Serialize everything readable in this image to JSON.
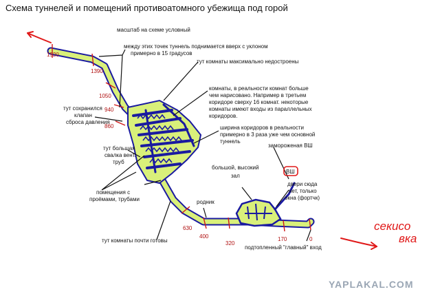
{
  "title": "Схема туннелей и помещений противоатомного убежища под горой",
  "scale_note": "масштаб на схеме условный",
  "annotations": {
    "slope": [
      "между этих точек туннель поднимается вверх с уклоном",
      "примерно в 15 градусов"
    ],
    "unfinished": "тут комнаты максимально недостроены",
    "rooms_more": [
      "комнаты, в реальности комнат больше",
      "чем нарисовано. Например в третьем",
      "коридоре сверху 16 комнат. некоторые",
      "комнаты имеют входы из параллельных",
      "коридоров."
    ],
    "corridors_width": [
      "ширина коридоров в реальности",
      "примерно в 3 раза уже чем основной",
      "туннель"
    ],
    "frozen_vsh": "замороженая ВШ",
    "valve": [
      "тут сохранился",
      "клапан",
      "сброса давления"
    ],
    "dump": [
      "тут большая",
      "свалка вент.",
      "труб"
    ],
    "big_hall": [
      "большой, высокий",
      "зал"
    ],
    "vsh": "ВШ",
    "doors": [
      "двери сюда",
      "нет, только",
      "окна (фортчк)"
    ],
    "rooms_openings": [
      "помещения с",
      "проёмами, трубами"
    ],
    "spring": "родник",
    "ready": "тут комнаты почти готовы",
    "main_entrance": "подтопленный \"главный\" вход"
  },
  "distances": [
    "1520",
    "1390",
    "1050",
    "940",
    "860",
    "630",
    "400",
    "320",
    "170",
    "0"
  ],
  "exit_label": [
    "секисо",
    "вка"
  ],
  "watermark": "YAPLAKAL.COM",
  "colors": {
    "tunnel_fill": "#d9f07a",
    "tunnel_outline": "#1a1aa0",
    "marker": "#d01818",
    "exit": "#e01818"
  }
}
